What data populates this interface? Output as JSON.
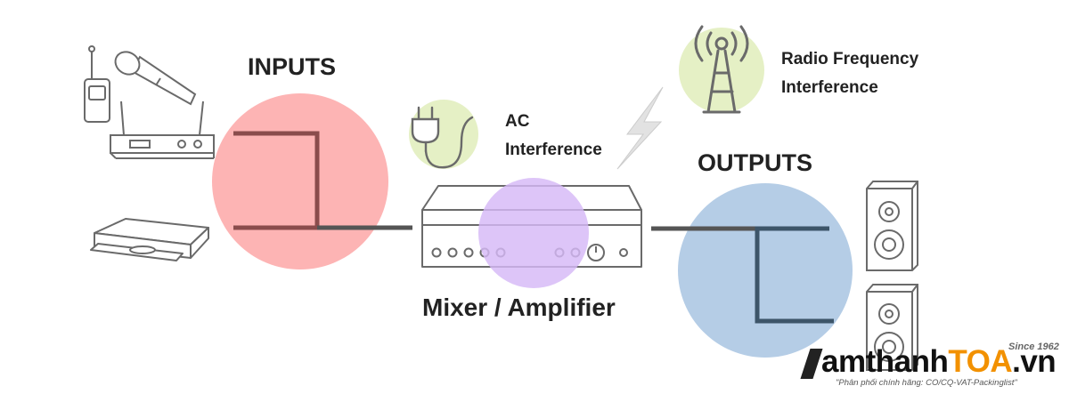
{
  "labels": {
    "inputs": "INPUTS",
    "outputs": "OUTPUTS",
    "mixer": "Mixer / Amplifier",
    "ac_line1": "AC",
    "ac_line2": "Interference",
    "rf_line1": "Radio Frequency",
    "rf_line2": "Interference"
  },
  "brand": {
    "since": "Since 1962",
    "name_prefix": "amthanh",
    "name_accent": "TOA",
    "name_suffix": ".vn",
    "tagline": "\"Phân phối chính hãng: CO/CQ-VAT-Packinglist\""
  },
  "icons": {
    "wireless-mic": "microphone-icon",
    "bodypack": "bodypack-transmitter-icon",
    "receiver": "wireless-receiver-icon",
    "cd-player": "disc-player-icon",
    "plug": "power-plug-icon",
    "lightning": "lightning-icon",
    "tower": "radio-tower-icon",
    "speaker": "speaker-icon"
  },
  "colors": {
    "inputs_circle": "#fdb4b4",
    "outputs_circle": "#b5cde6",
    "mixer_circle": "#d6b8f7",
    "ac_circle": "#e5f0c5",
    "rf_circle": "#e5f0c5",
    "input_line": "#8a4c4c",
    "output_line": "#3d5569",
    "chain_line": "#555555",
    "brand_accent": "#f29100"
  }
}
